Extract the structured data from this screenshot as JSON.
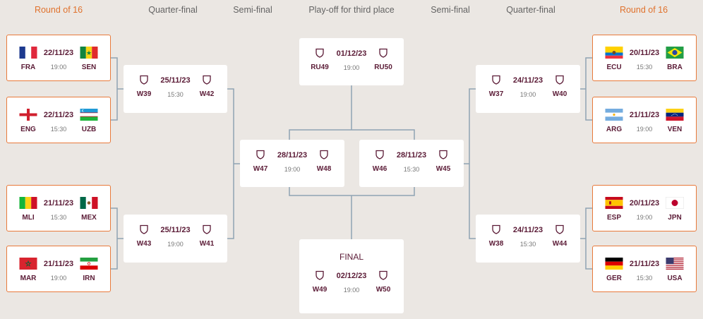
{
  "headers": [
    "Round of 16",
    "Quarter-final",
    "Semi-final",
    "Play-off for third place",
    "Semi-final",
    "Quarter-final",
    "Round of 16"
  ],
  "r16": [
    {
      "home": "FRA",
      "away": "SEN",
      "date": "22/11/23",
      "time": "19:00",
      "home_flag": "flag-france",
      "away_flag": "flag-senegal"
    },
    {
      "home": "ENG",
      "away": "UZB",
      "date": "22/11/23",
      "time": "15:30",
      "home_flag": "flag-england",
      "away_flag": "flag-uzbekistan"
    },
    {
      "home": "MLI",
      "away": "MEX",
      "date": "21/11/23",
      "time": "15:30",
      "home_flag": "flag-mali",
      "away_flag": "flag-mexico"
    },
    {
      "home": "MAR",
      "away": "IRN",
      "date": "21/11/23",
      "time": "19:00",
      "home_flag": "flag-morocco",
      "away_flag": "flag-iran"
    },
    {
      "home": "ECU",
      "away": "BRA",
      "date": "20/11/23",
      "time": "15:30",
      "home_flag": "flag-ecuador",
      "away_flag": "flag-brazil"
    },
    {
      "home": "ARG",
      "away": "VEN",
      "date": "21/11/23",
      "time": "19:00",
      "home_flag": "flag-argentina",
      "away_flag": "flag-venezuela"
    },
    {
      "home": "ESP",
      "away": "JPN",
      "date": "20/11/23",
      "time": "19:00",
      "home_flag": "flag-spain",
      "away_flag": "flag-japan"
    },
    {
      "home": "GER",
      "away": "USA",
      "date": "21/11/23",
      "time": "15:30",
      "home_flag": "flag-germany",
      "away_flag": "flag-usa"
    }
  ],
  "qf": [
    {
      "home": "W39",
      "away": "W42",
      "date": "25/11/23",
      "time": "15:30"
    },
    {
      "home": "W43",
      "away": "W41",
      "date": "25/11/23",
      "time": "19:00"
    },
    {
      "home": "W37",
      "away": "W40",
      "date": "24/11/23",
      "time": "19:00"
    },
    {
      "home": "W38",
      "away": "W44",
      "date": "24/11/23",
      "time": "15:30"
    }
  ],
  "sf": [
    {
      "home": "W47",
      "away": "W48",
      "date": "28/11/23",
      "time": "19:00"
    },
    {
      "home": "W46",
      "away": "W45",
      "date": "28/11/23",
      "time": "15:30"
    }
  ],
  "third": {
    "home": "RU49",
    "away": "RU50",
    "date": "01/12/23",
    "time": "19:00"
  },
  "final": {
    "title": "FINAL",
    "home": "W49",
    "away": "W50",
    "date": "02/12/23",
    "time": "19:00"
  },
  "colors": {
    "accent": "#e8793a",
    "text": "#6b1035",
    "connector": "#8fa3b3",
    "background": "#ebe7e3"
  }
}
